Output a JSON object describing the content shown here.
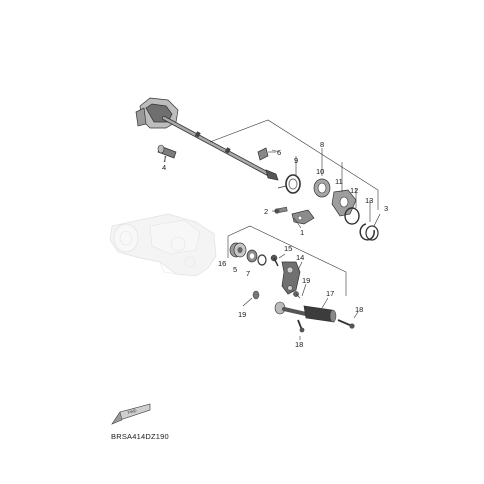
{
  "diagram_title": "",
  "reference_code": "BRSA414DZ190",
  "front_arrow_label": "FWD",
  "callouts": [
    "1",
    "2",
    "3",
    "4",
    "5",
    "6",
    "7",
    "8",
    "9",
    "10",
    "11",
    "12",
    "13",
    "14",
    "15",
    "16",
    "17",
    "18",
    "18",
    "19",
    "19"
  ],
  "colors": {
    "line": "#333333",
    "part_dark": "#2b2b2b",
    "part_mid": "#8a8a8a",
    "part_light": "#d6d6d6",
    "ghost_engine": "#e6e6e6"
  }
}
